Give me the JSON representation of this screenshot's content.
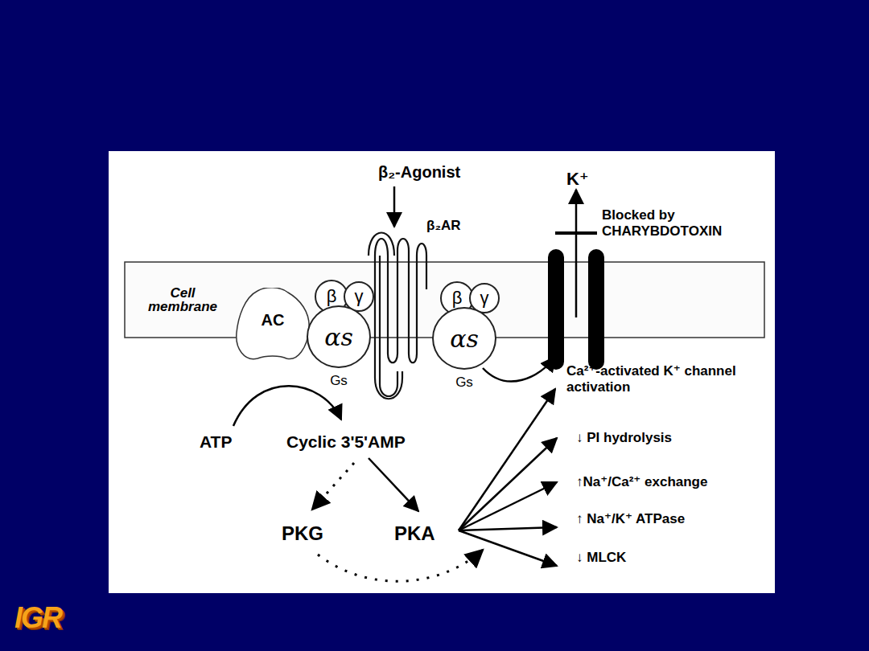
{
  "diagram": {
    "nodes": [
      {
        "text": [
          "Cell membrane"
        ]
      },
      {
        "text": [
          "AC"
        ],
        "in": 0
      },
      {
        "text": [
          "β"
        ],
        "in": 0
      },
      {
        "text": [
          "γ"
        ],
        "in": 0
      },
      {
        "text": [
          "αs",
          "Gs"
        ],
        "in": 0
      },
      {
        "text": [
          "β"
        ],
        "in": 0
      },
      {
        "text": [
          "γ"
        ],
        "in": 0
      },
      {
        "text": [
          "αs",
          "Gs"
        ],
        "in": 0
      }
    ],
    "labels": [
      "β₂-Agonist",
      "β₂AR",
      "K⁺",
      "Blocked by CHARYBDOTOXIN",
      "Ca²⁺-activated K⁺ channel activation",
      "ATP",
      "Cyclic 3'5'AMP",
      "PKG",
      "PKA",
      "↓ PI hydrolysis",
      "↑Na⁺/Ca²⁺ exchange",
      "↑ Na⁺/K⁺ ATPase",
      "↓ MLCK",
      "IGR"
    ]
  }
}
